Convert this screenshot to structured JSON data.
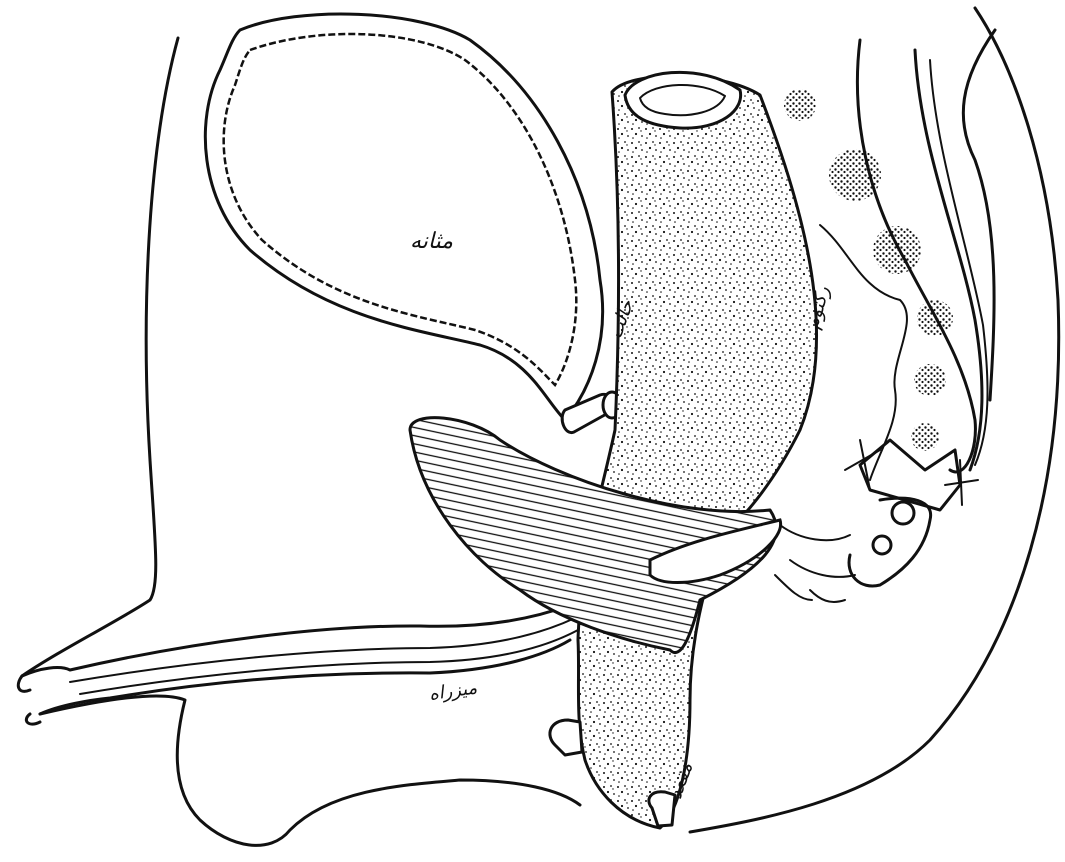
{
  "figure": {
    "labels": {
      "bladder": "مثانه",
      "ureter": "حالب",
      "rectum_label": "رکتوم",
      "urethra": "میزراه",
      "anus": "مقعد"
    }
  }
}
